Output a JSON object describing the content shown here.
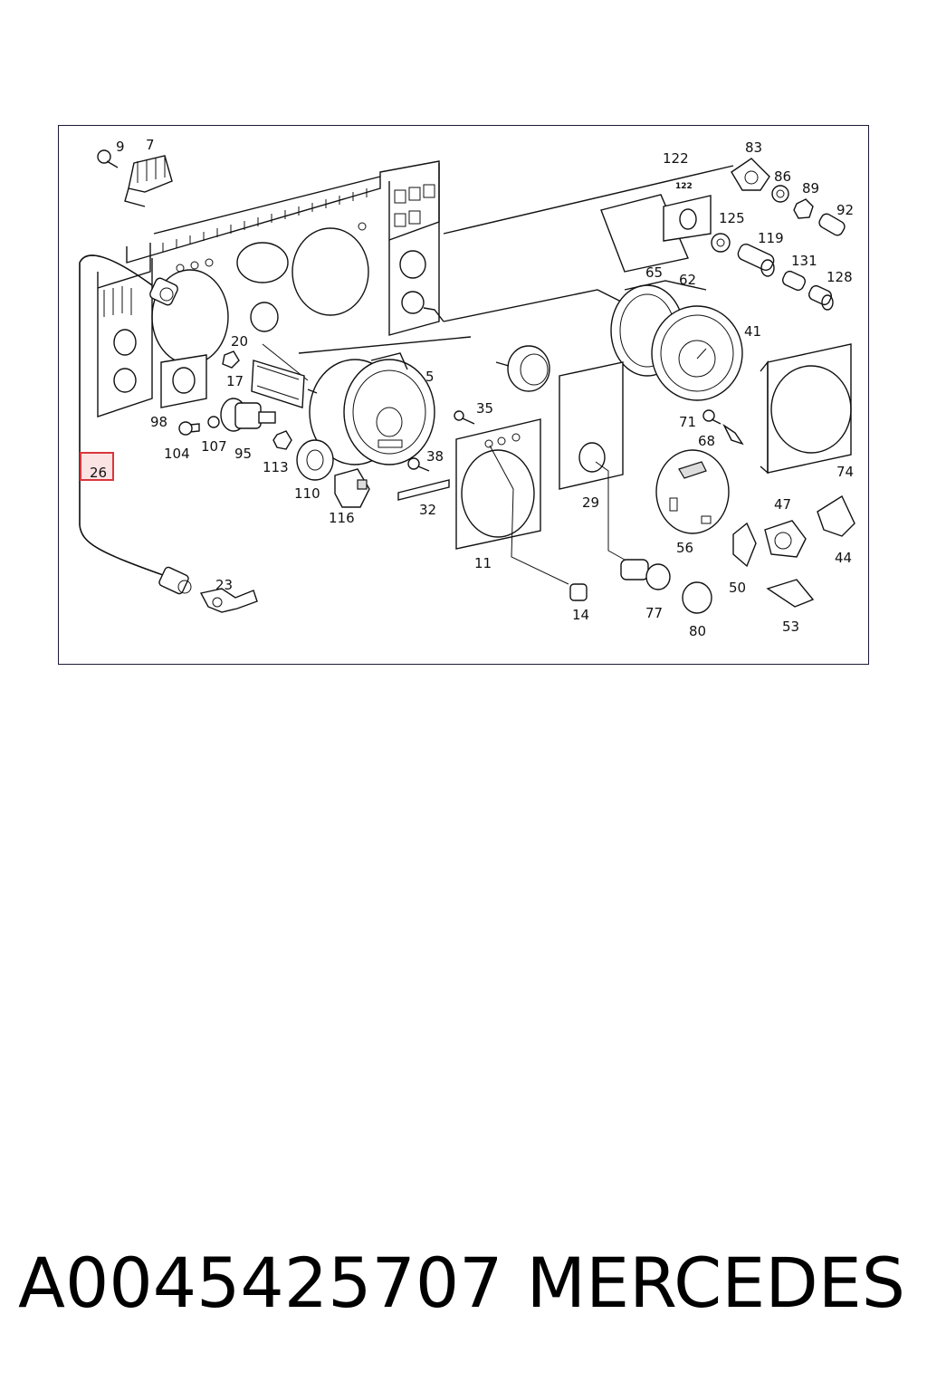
{
  "diagram": {
    "highlight_color": "#d9363e",
    "callouts": [
      {
        "id": "9"
      },
      {
        "id": "7"
      },
      {
        "id": "122"
      },
      {
        "id": "122-plate"
      },
      {
        "id": "83"
      },
      {
        "id": "86"
      },
      {
        "id": "89"
      },
      {
        "id": "92"
      },
      {
        "id": "125"
      },
      {
        "id": "119"
      },
      {
        "id": "131"
      },
      {
        "id": "128"
      },
      {
        "id": "65"
      },
      {
        "id": "62"
      },
      {
        "id": "41"
      },
      {
        "id": "20"
      },
      {
        "id": "5"
      },
      {
        "id": "17"
      },
      {
        "id": "98"
      },
      {
        "id": "104"
      },
      {
        "id": "107"
      },
      {
        "id": "95"
      },
      {
        "id": "113"
      },
      {
        "id": "110"
      },
      {
        "id": "116"
      },
      {
        "id": "35"
      },
      {
        "id": "38"
      },
      {
        "id": "32"
      },
      {
        "id": "11"
      },
      {
        "id": "29"
      },
      {
        "id": "71"
      },
      {
        "id": "68"
      },
      {
        "id": "74"
      },
      {
        "id": "56"
      },
      {
        "id": "47"
      },
      {
        "id": "44"
      },
      {
        "id": "50"
      },
      {
        "id": "53"
      },
      {
        "id": "14"
      },
      {
        "id": "77"
      },
      {
        "id": "80"
      },
      {
        "id": "23"
      },
      {
        "id": "26"
      }
    ],
    "labels": {
      "c9": "9",
      "c7": "7",
      "c122": "122",
      "c122plate": "122",
      "c83": "83",
      "c86": "86",
      "c89": "89",
      "c92": "92",
      "c125": "125",
      "c119": "119",
      "c131": "131",
      "c128": "128",
      "c65": "65",
      "c62": "62",
      "c41": "41",
      "c20": "20",
      "c5": "5",
      "c17": "17",
      "c98": "98",
      "c104": "104",
      "c107": "107",
      "c95": "95",
      "c113": "113",
      "c110": "110",
      "c116": "116",
      "c35": "35",
      "c38": "38",
      "c32": "32",
      "c11": "11",
      "c29": "29",
      "c71": "71",
      "c68": "68",
      "c74": "74",
      "c56": "56",
      "c47": "47",
      "c44": "44",
      "c50": "50",
      "c53": "53",
      "c14": "14",
      "c77": "77",
      "c80": "80",
      "c23": "23",
      "c26": "26"
    },
    "highlighted_callout": "26"
  },
  "footer": {
    "part_number": "A0045425707",
    "brand": "MERCEDES"
  }
}
